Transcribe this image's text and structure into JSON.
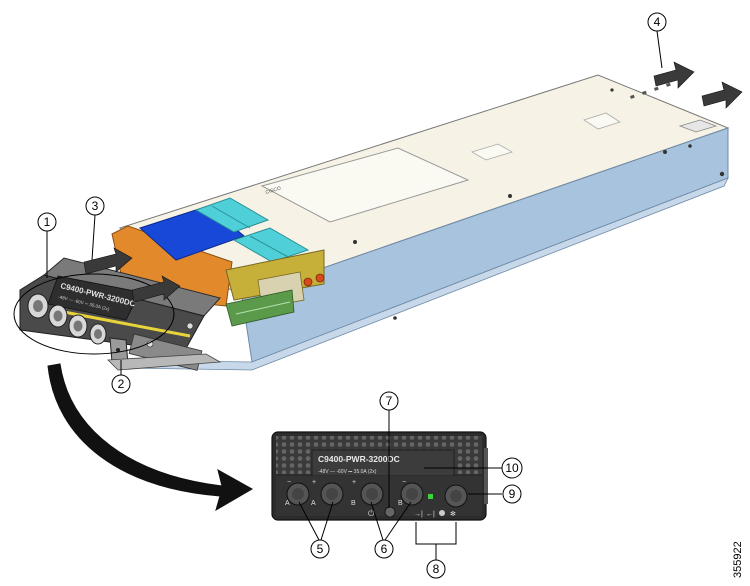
{
  "product_label": "C9400-PWR-3200DC",
  "rating_label": "-48V — -60V ⎓ 35.0A (2x)",
  "chassis_label": "CISCO",
  "input_labels": [
    "−",
    "A",
    "+",
    "A",
    "+",
    "B",
    "−",
    "B"
  ],
  "callouts": [
    "1",
    "2",
    "3",
    "4",
    "5",
    "6",
    "7",
    "8",
    "9",
    "10"
  ],
  "figure_id": "355922",
  "colors": {
    "top_panel": "#f6f3e6",
    "side_panel": "#a8c3de",
    "bezel": "#4a4a4a",
    "faceplate": "#3c3c3c",
    "label_blue": "#1848d8",
    "connector_cyan": "#4fd0d8",
    "frame_orange": "#e2892c",
    "handle_yellow": "#c6b03a",
    "led_green": "#3bd23b"
  }
}
